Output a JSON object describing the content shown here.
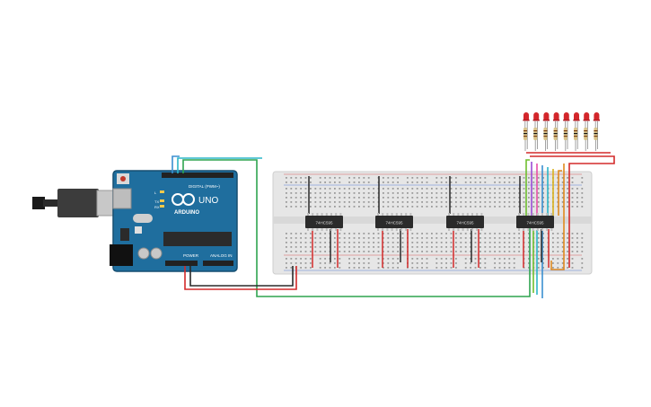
{
  "arduino": {
    "brand": "ARDUINO",
    "model": "UNO",
    "digital_label": "DIGITAL (PWM~)",
    "power_label": "POWER",
    "analog_label": "ANALOG IN",
    "tx_label": "TX",
    "rx_label": "RX",
    "l_label": "L"
  },
  "chips": [
    {
      "label": "74HC595"
    },
    {
      "label": "74HC595"
    },
    {
      "label": "74HC595"
    },
    {
      "label": "74HC595"
    }
  ],
  "led_count": 8,
  "colors": {
    "board_blue": "#1f6e9e",
    "breadboard": "#e6e6e6",
    "chip": "#2b2b2b",
    "led_red": "#d3262b",
    "wire_red": "#d32a2a",
    "wire_black": "#2a2a2a",
    "wire_green": "#2ea44f",
    "wire_blue": "#3a8fd0",
    "wire_orange": "#e08a1e",
    "wire_purple": "#9b4bd6",
    "wire_pink": "#e64fa8",
    "wire_cyan": "#2bb5c8",
    "wire_yellow": "#d9b21c",
    "wire_lime": "#6fbf2f"
  }
}
